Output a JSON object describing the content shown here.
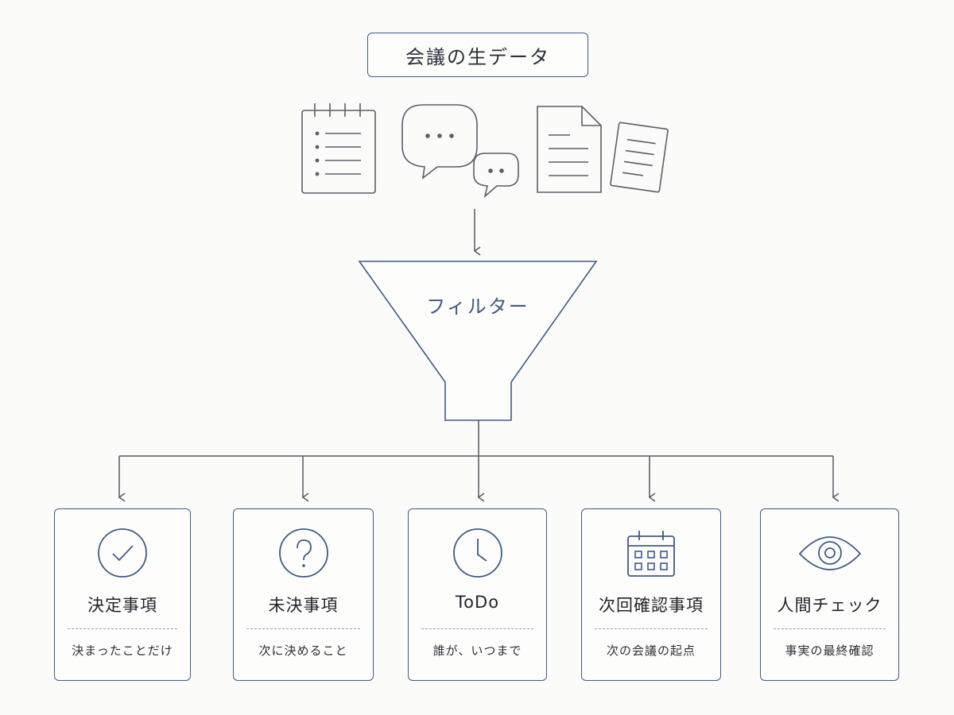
{
  "source": {
    "title": "会議の生データ"
  },
  "filter": {
    "label": "フィルター"
  },
  "outputs": [
    {
      "title": "決定事項",
      "subtitle": "決まったことだけ",
      "icon": "checkmark-circle-icon"
    },
    {
      "title": "未決事項",
      "subtitle": "次に決めること",
      "icon": "question-circle-icon"
    },
    {
      "title": "ToDo",
      "subtitle": "誰が、いつまで",
      "icon": "clock-icon"
    },
    {
      "title": "次回確認事項",
      "subtitle": "次の会議の起点",
      "icon": "calendar-icon"
    },
    {
      "title": "人間チェック",
      "subtitle": "事実の最終確認",
      "icon": "eye-icon"
    }
  ],
  "input_icons": [
    "notepad-icon",
    "speech-bubbles-icon",
    "document-icon",
    "paper-sheet-icon"
  ],
  "colors": {
    "accent": "#3f5b86",
    "line": "#555a61",
    "divider": "#8aa3c4",
    "background": "#fbfbfa"
  }
}
